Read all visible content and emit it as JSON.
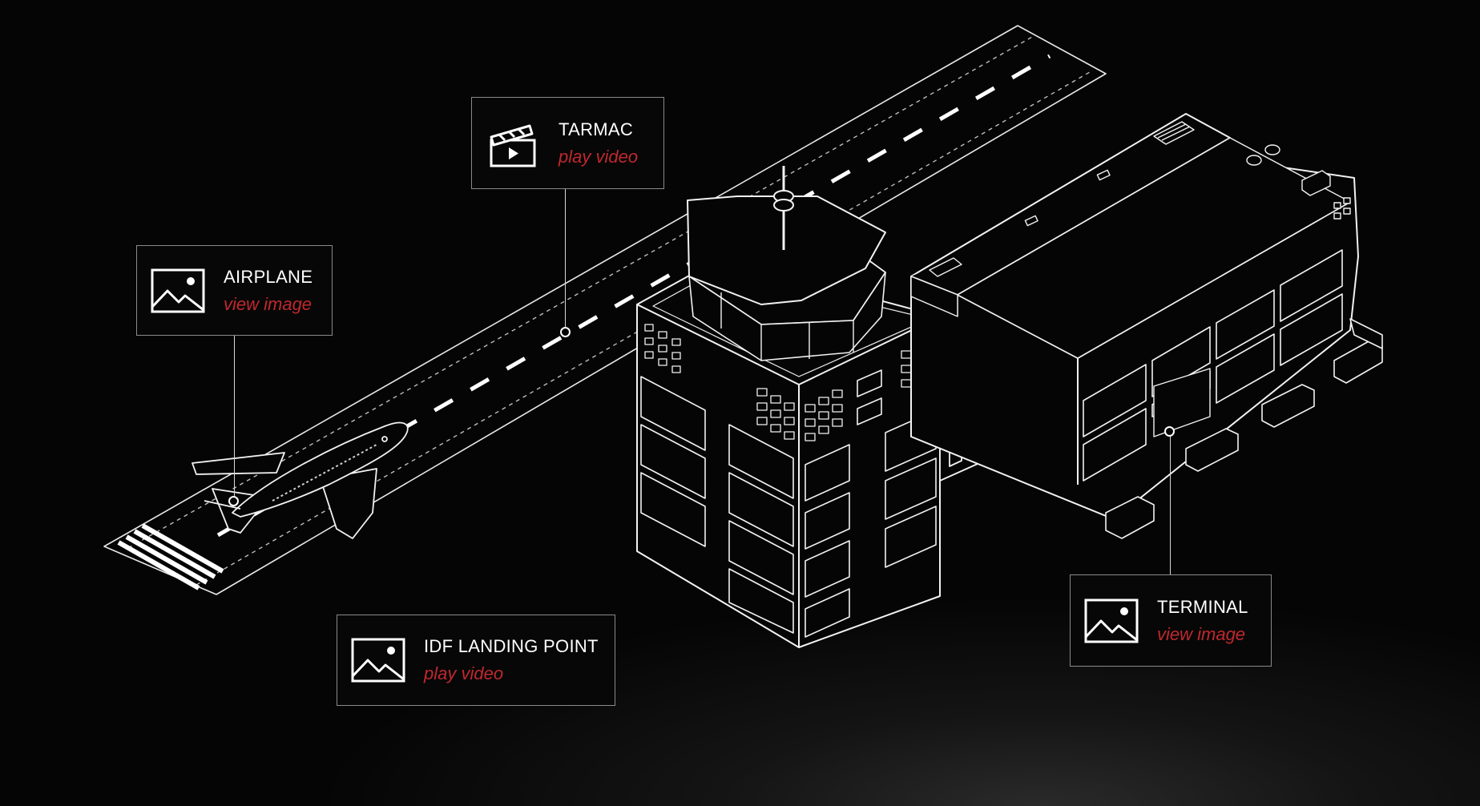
{
  "callouts": {
    "airplane": {
      "title": "AIRPLANE",
      "action": "view image",
      "icon": "image-icon"
    },
    "tarmac": {
      "title": "TARMAC",
      "action": "play video",
      "icon": "clapperboard-icon"
    },
    "idf_landing_point": {
      "title": "IDF LANDING POINT",
      "action": "play video",
      "icon": "image-icon"
    },
    "terminal": {
      "title": "TERMINAL",
      "action": "view image",
      "icon": "image-icon"
    }
  },
  "colors": {
    "background": "#050505",
    "line_art": "#ffffff",
    "callout_border": "#8a8a8a",
    "action_text": "#c0282d"
  }
}
